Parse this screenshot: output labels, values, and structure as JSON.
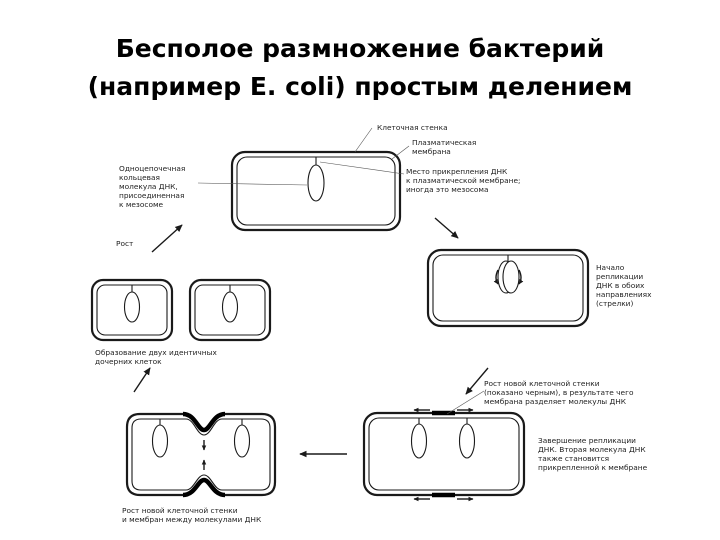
{
  "title": {
    "line1": "Бесполое размножение бактерий",
    "line2": "(например E. coli) простым делением"
  },
  "labels": {
    "cell_wall": "Клеточная стенка",
    "plasma_membrane": [
      "Плазматическая",
      "мембрана"
    ],
    "attachment_site": [
      "Место прикрепления ДНК",
      "к плазматической мембране;",
      "иногда это мезосома"
    ],
    "single_dna": [
      "Одноцепочечная",
      "кольцевая",
      "молекула ДНК,",
      "присоединенная",
      "к мезосоме"
    ],
    "growth": "Рост",
    "replication_start": [
      "Начало",
      "репликации",
      "ДНК в обоих",
      "направлениях",
      "(стрелки)"
    ],
    "two_daughters": [
      "Образование двух идентичных",
      "дочерних клеток"
    ],
    "new_wall_growth": [
      "Рост новой клеточной стенки",
      "(показано черным), в результате чего",
      "мембрана разделяет молекулы ДНК"
    ],
    "replication_end": [
      "Завершение репликации",
      "ДНК. Вторая молекула ДНК",
      "также становится",
      "прикрепленной к мембране"
    ],
    "wall_membrane_between": [
      "Рост новой клеточной стенки",
      "и мембран между молекулами ДНК"
    ]
  },
  "colors": {
    "line": "#1a1a1a",
    "new_wall": "#000000",
    "text": "#222222"
  }
}
